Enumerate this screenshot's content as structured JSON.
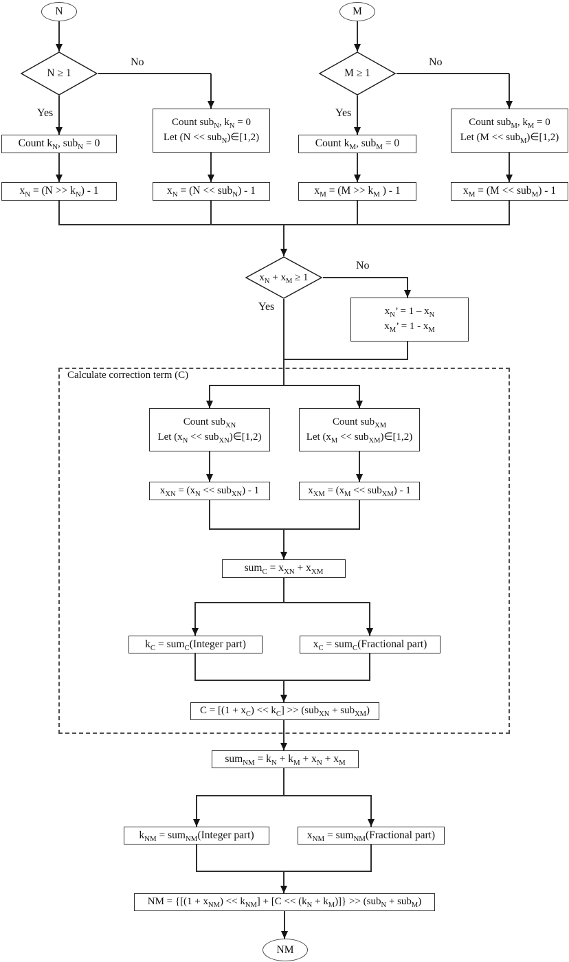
{
  "flowchart": {
    "terminals": {
      "start_n": "N",
      "start_m": "M",
      "end_nm": "NM"
    },
    "decisions": {
      "n_ge_1": "N ≥ 1",
      "m_ge_1": "M ≥ 1",
      "sum_ge_1": "x_{N} + x_{M} ≥ 1"
    },
    "edges": {
      "yes": "Yes",
      "no": "No"
    },
    "group": {
      "label": "Calculate correction term (C)"
    },
    "boxes": {
      "count_kn": [
        "Count k_{N}, sub_{N} = 0"
      ],
      "count_subn": [
        "Count sub_{N}, k_{N} = 0",
        "Let (N << sub_{N})∈[1,2)"
      ],
      "xn_right_shift": [
        "x_{N} = (N >> k_{N}) - 1"
      ],
      "xn_left_shift": [
        "x_{N} = (N << sub_{N}) - 1"
      ],
      "count_km": [
        "Count k_{M}, sub_{M} = 0"
      ],
      "count_subm": [
        "Count sub_{M}, k_{M} = 0",
        "Let (M << sub_{M})∈[1,2)"
      ],
      "xm_right_shift": [
        "x_{M} = (M >> k_{M} ) - 1"
      ],
      "xm_left_shift": [
        "x_{M} = (M << sub_{M}) - 1"
      ],
      "complement": [
        "x_{N}’ = 1 – x_{N}",
        "x_{M}’ = 1 - x_{M}"
      ],
      "count_subxn": [
        "Count sub_{XN}",
        "Let (x_{N} << sub_{XN})∈[1,2)"
      ],
      "count_subxm": [
        "Count sub_{XM}",
        "Let (x_{M} << sub_{XM})∈[1,2)"
      ],
      "xxn": [
        "x_{XN} = (x_{N} << sub_{XN}) - 1"
      ],
      "xxm": [
        "x_{XM} = (x_{M} << sub_{XM}) - 1"
      ],
      "sum_c": [
        "sum_{C} = x_{XN} + x_{XM}"
      ],
      "k_c": [
        "k_{C} = sum_{C}(Integer part)"
      ],
      "x_c": [
        "x_{C} = sum_{C}(Fractional part)"
      ],
      "c_formula": [
        "C = [(1 + x_{C}) << k_{C}] >> (sub_{XN} + sub_{XM})"
      ],
      "sum_nm": [
        "sum_{NM} = k_{N} + k_{M} + x_{N} + x_{M}"
      ],
      "k_nm": [
        "k_{NM} = sum_{NM}(Integer part)"
      ],
      "x_nm": [
        "x_{NM} = sum_{NM}(Fractional part)"
      ],
      "nm_formula": [
        "NM = {[(1 + x_{NM}) << k_{NM}] + [C << (k_{N} + k_{M})]} >> (sub_{N} + sub_{M})"
      ]
    }
  }
}
